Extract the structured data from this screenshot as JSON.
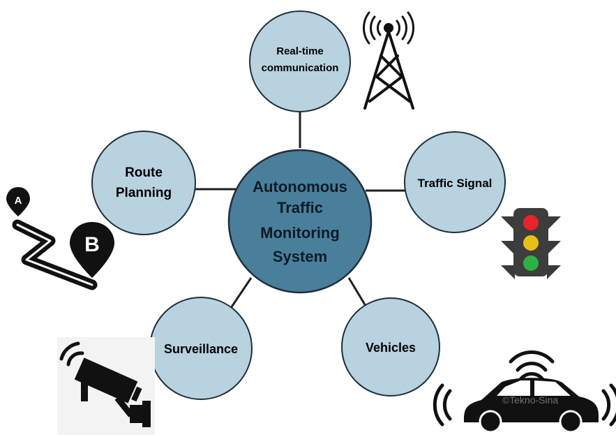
{
  "center": {
    "lines": [
      "Autonomous",
      "Traffic",
      "Monitoring",
      "System"
    ]
  },
  "nodes": [
    {
      "id": "realtime",
      "lines": [
        "Real-time",
        "communication"
      ]
    },
    {
      "id": "traffic-signal",
      "lines": [
        "Traffic Signal"
      ]
    },
    {
      "id": "vehicles",
      "lines": [
        "Vehicles"
      ]
    },
    {
      "id": "surveillance",
      "lines": [
        "Surveillance"
      ]
    },
    {
      "id": "route-planning",
      "lines": [
        "Route",
        "Planning"
      ]
    }
  ],
  "icons": {
    "route": {
      "start_marker": "A",
      "end_marker": "B"
    },
    "traffic_light_colors": [
      "#e8232a",
      "#e6c019",
      "#2fb043"
    ],
    "watermark": "©Tekno-Sina"
  },
  "colors": {
    "center_fill": "#4a7f9c",
    "node_fill": "#b9d2e0",
    "outline": "#1f2f3a",
    "connector": "#1f1f1f"
  }
}
